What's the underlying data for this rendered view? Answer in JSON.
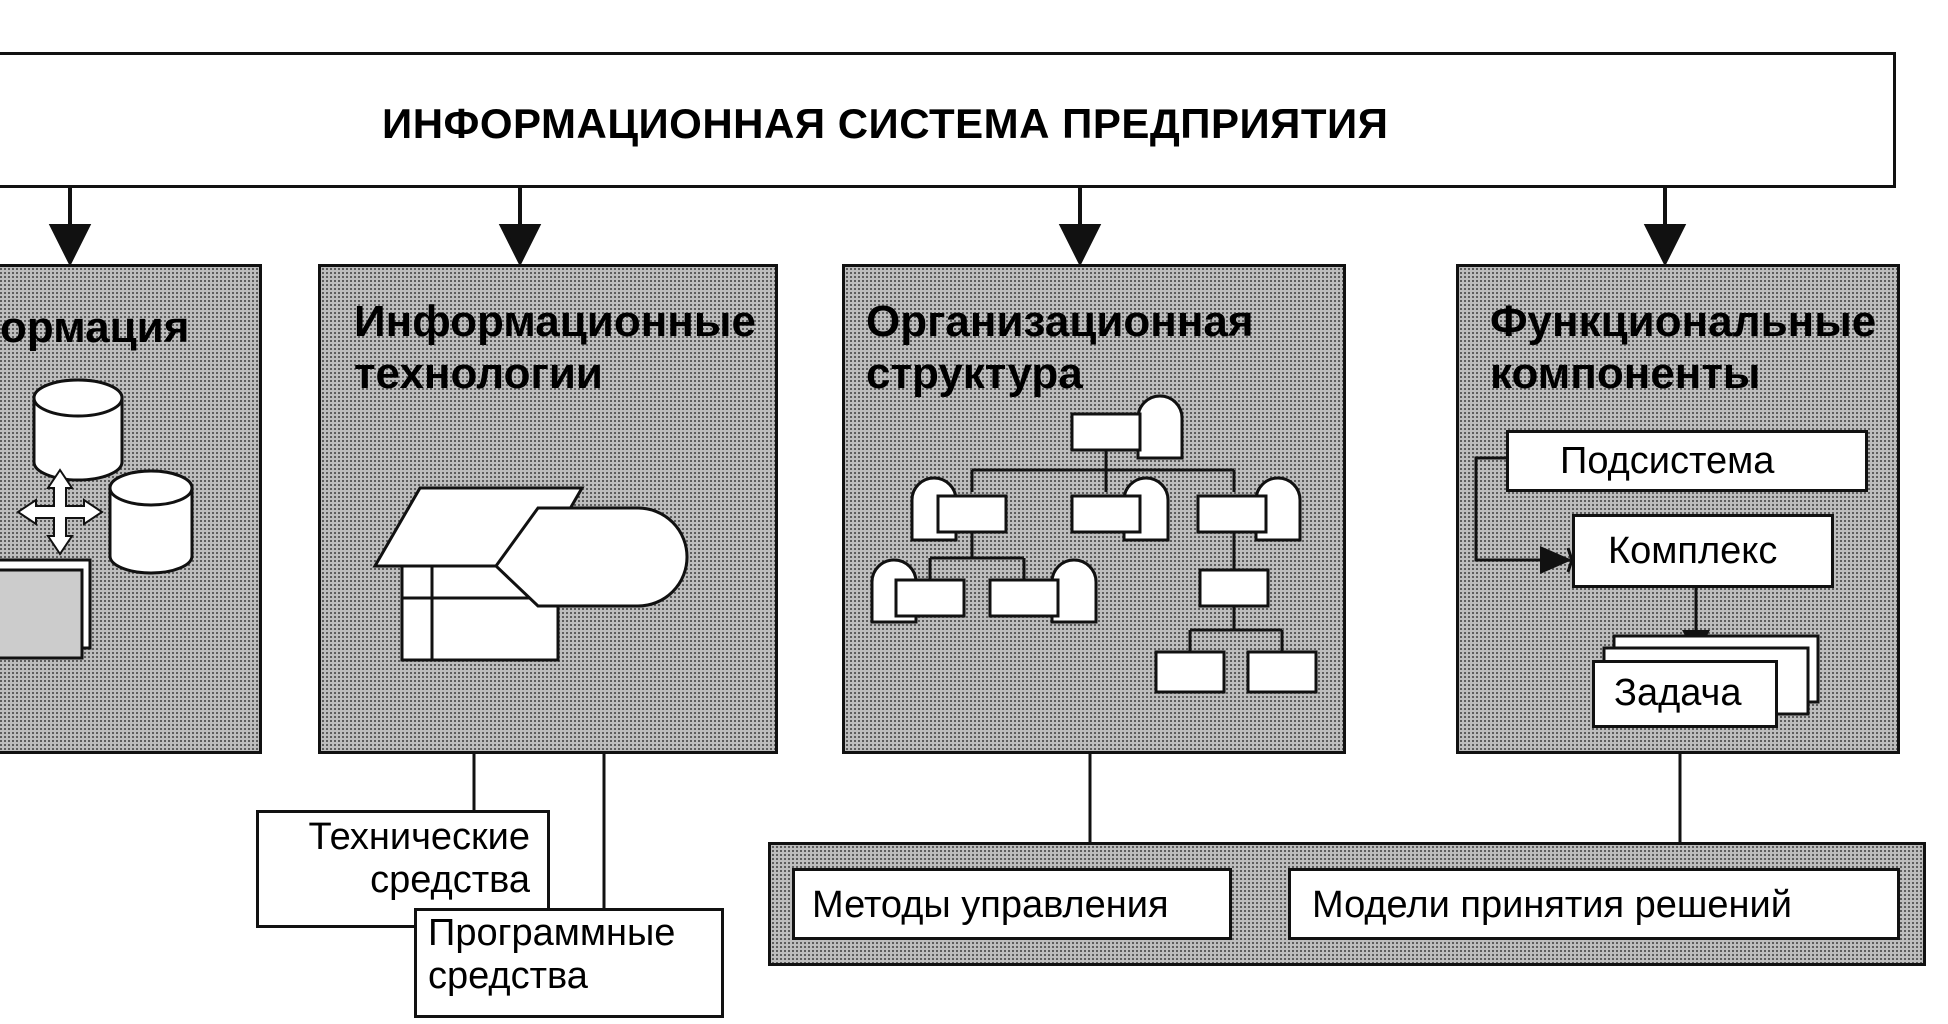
{
  "header": {
    "title": "ИНФОРМАЦИОННАЯ СИСТЕМА ПРЕДПРИЯТИЯ"
  },
  "panels": {
    "information": {
      "title": "ормация"
    },
    "it": {
      "title_line1": "Информационные",
      "title_line2": "технологии"
    },
    "org": {
      "title_line1": "Организационная",
      "title_line2": "структура"
    },
    "func": {
      "title_line1": "Функциональные",
      "title_line2": "компоненты"
    }
  },
  "func_items": {
    "subsystem": "Подсистема",
    "complex": "Комплекс",
    "task": "Задача"
  },
  "it_items": {
    "hardware_line1": "Технические",
    "hardware_line2": "средства",
    "software_line1": "Программные",
    "software_line2": "средства"
  },
  "management": {
    "methods": "Методы управления",
    "models": "Модели принятия решений"
  }
}
